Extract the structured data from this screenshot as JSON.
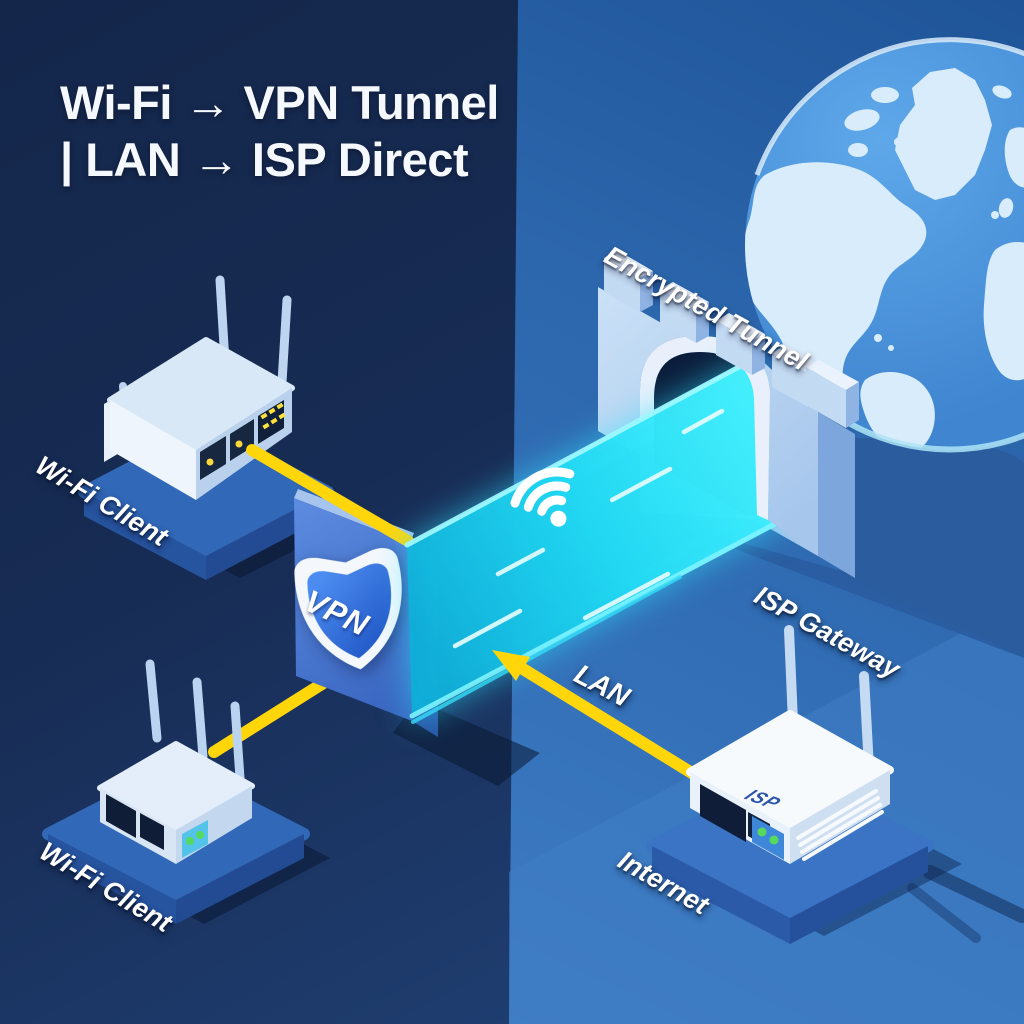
{
  "diagram": {
    "title": {
      "line1": "Wi-Fi → VPN Tunnel",
      "line2": "| LAN → ISP Direct"
    },
    "left_side": {
      "wifi_client_top_label": "Wi-Fi Client",
      "wifi_client_bottom_label": "Wi-Fi Client",
      "vpn_shield_label": "VPN"
    },
    "tunnel": {
      "gate_label": "Encrypted Tunnel"
    },
    "right_side": {
      "isp_gateway_label": "ISP Gateway",
      "lan_arrow_label": "LAN",
      "internet_label": "Internet",
      "isp_device_label": "ISP"
    },
    "icons": {
      "globe": "globe-icon",
      "gate": "fortress-gate-icon",
      "shield": "vpn-shield-icon",
      "wifi": "wifi-signal-icon",
      "router": "router-icon",
      "arrow": "lan-arrow-icon",
      "cable": "cable-line-icon"
    },
    "colors": {
      "bg_left_navy": "#16294e",
      "bg_right_blue": "#3572ba",
      "accent_yellow": "#ffd60a",
      "beam_cyan": "#2fe2ff",
      "castle_face": "#bcd6f2",
      "panel_blue": "#4678d0",
      "shield_blue": "#2f6ae0",
      "label_text": "#ffffff",
      "isp_text": "#2b55a8"
    }
  }
}
